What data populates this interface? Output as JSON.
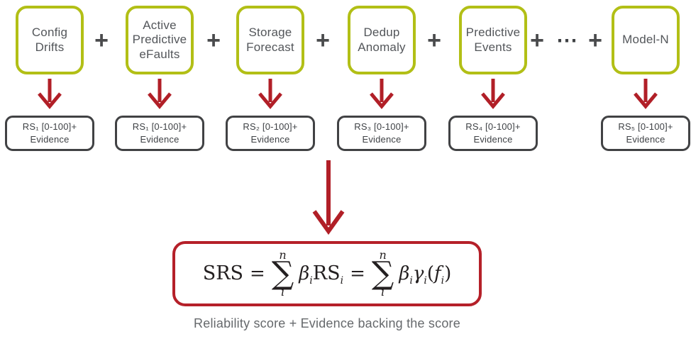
{
  "colors": {
    "model_border_green": "#b2bf16",
    "arrow_red": "#b11f27",
    "formula_border_red": "#b52029",
    "score_box_border": "#414244",
    "label_text": "#53565a",
    "operator_text": "#4a4b4d",
    "caption_text": "#66696c"
  },
  "models": [
    {
      "label": "Config\nDrifts",
      "score": "RS₁ [0-100]+",
      "evidence": "Evidence"
    },
    {
      "label": "Active\nPredictive\neFaults",
      "score": "RS₁ [0-100]+",
      "evidence": "Evidence"
    },
    {
      "label": "Storage\nForecast",
      "score": "RS₂ [0-100]+",
      "evidence": "Evidence"
    },
    {
      "label": "Dedup\nAnomaly",
      "score": "RS₃ [0-100]+",
      "evidence": "Evidence"
    },
    {
      "label": "Predictive\nEvents",
      "score": "RS₄ [0-100]+",
      "evidence": "Evidence"
    },
    {
      "label": "Model-N",
      "score": "RS₅ [0-100]+",
      "evidence": "Evidence"
    }
  ],
  "operators": {
    "plus": "+",
    "ellipsis": "⋯"
  },
  "formula": {
    "srs": "SRS",
    "equals": "=",
    "sum_upper": "n",
    "sum_sigma": "∑",
    "sum_lower": "i",
    "beta": "β",
    "sub_i": "i",
    "rs": "RS",
    "gamma": "γ",
    "open_paren": "(",
    "f": "f",
    "close_paren": ")"
  },
  "caption": "Reliability score + Evidence backing the score"
}
